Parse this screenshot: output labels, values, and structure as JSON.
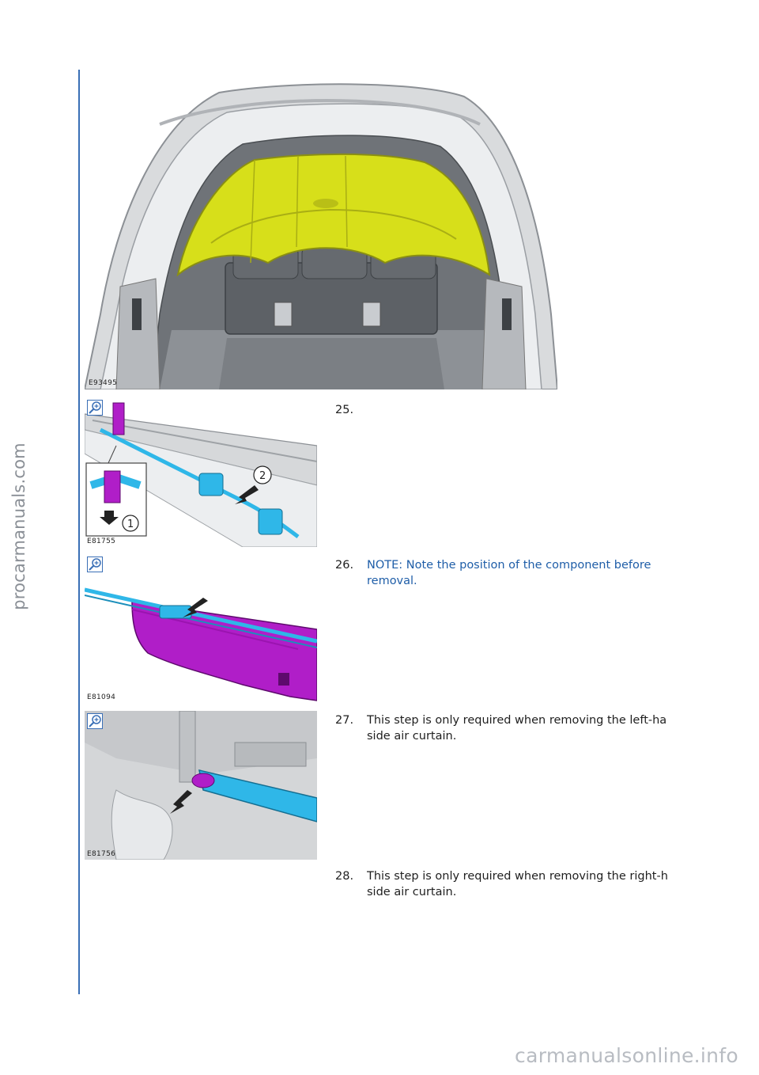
{
  "watermarks": {
    "side": "procarmanuals.com",
    "footer": "carmanualsonline.info"
  },
  "figures": {
    "main": {
      "code": "E93495"
    },
    "step25": {
      "code": "E81755",
      "callouts": [
        "1",
        "2"
      ]
    },
    "step26": {
      "code": "E81094"
    },
    "step27": {
      "code": "E81756"
    }
  },
  "icons": {
    "zoom": "zoom-magnifier-icon"
  },
  "colors": {
    "accent_rule": "#3a6fb6",
    "note_text": "#1f5ea8",
    "headliner_yellow": "#d7df1a",
    "component_magenta": "#b01ec8",
    "component_cyan": "#2fb7e8"
  },
  "steps": [
    {
      "number": "25.",
      "text": ""
    },
    {
      "number": "26.",
      "text": "NOTE: Note the position of the component before removal."
    },
    {
      "number": "27.",
      "text_line1": "This step is only required when removing the left-ha",
      "text_line2": "side air curtain."
    },
    {
      "number": "28.",
      "text_line1": "This step is only required when removing the right-h",
      "text_line2": "side air curtain."
    }
  ]
}
